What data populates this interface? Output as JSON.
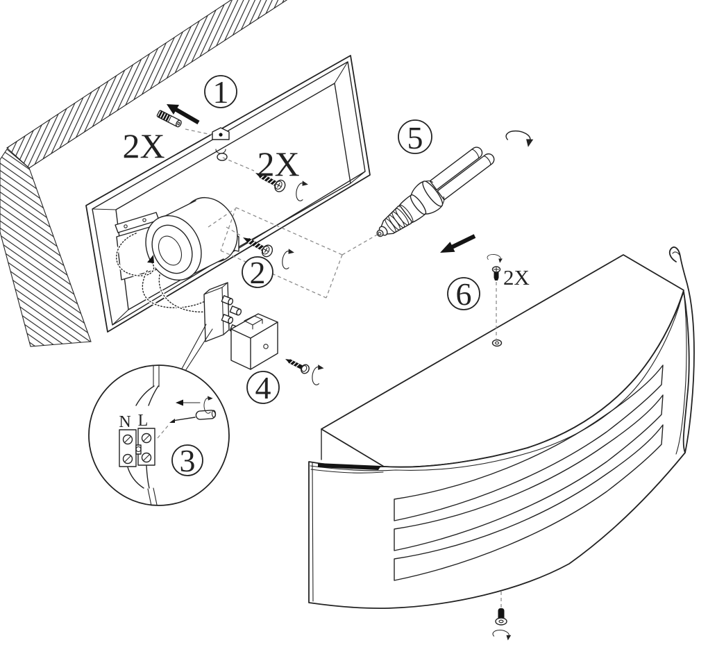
{
  "steps": [
    {
      "number": "1"
    },
    {
      "number": "2"
    },
    {
      "number": "3"
    },
    {
      "number": "4"
    },
    {
      "number": "5"
    },
    {
      "number": "6"
    }
  ],
  "labels": {
    "anchor_qty": "2X",
    "screw_qty": "2X",
    "cover_screw_qty": "2X"
  },
  "wiring": {
    "neutral": "N",
    "live": "L"
  },
  "colors": {
    "line": "#222222",
    "dashed": "#8c8c8c",
    "background": "#ffffff",
    "solid": "#141414"
  }
}
